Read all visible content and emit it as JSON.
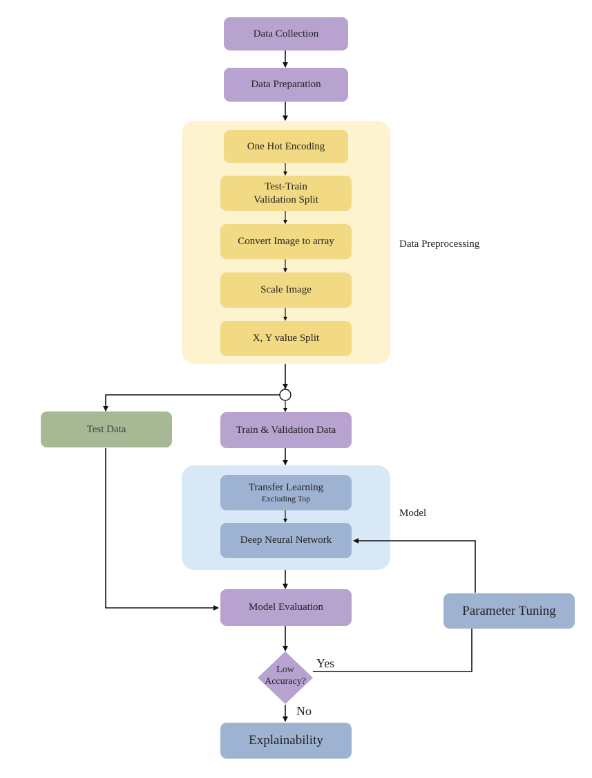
{
  "nodes": {
    "data_collection": "Data Collection",
    "data_preparation": "Data Preparation",
    "one_hot_encoding": "One Hot Encoding",
    "test_train_line1": "Test-Train",
    "test_train_line2": "Validation Split",
    "convert_image": "Convert Image to array",
    "scale_image": "Scale Image",
    "xy_split": "X, Y value Split",
    "test_data": "Test Data",
    "train_validation_data": "Train & Validation Data",
    "transfer_learning": "Transfer Learning",
    "transfer_learning_sub": "Excluding Top",
    "deep_neural_network": "Deep Neural Network",
    "model_evaluation": "Model Evaluation",
    "parameter_tuning": "Parameter Tuning",
    "decision_line1": "Low",
    "decision_line2": "Accuracy?",
    "explainability": "Explainability"
  },
  "groups": {
    "data_preprocessing": "Data Preprocessing",
    "model": "Model"
  },
  "edge_labels": {
    "yes": "Yes",
    "no": "No"
  },
  "colors": {
    "process": "#b7a2d0",
    "preprocessing_step": "#f2d983",
    "preprocessing_group": "#fdf4cf",
    "test_data": "#a6b894",
    "model_step": "#9eb3d1",
    "model_group": "#d9e8f7",
    "arrow": "#111111"
  }
}
